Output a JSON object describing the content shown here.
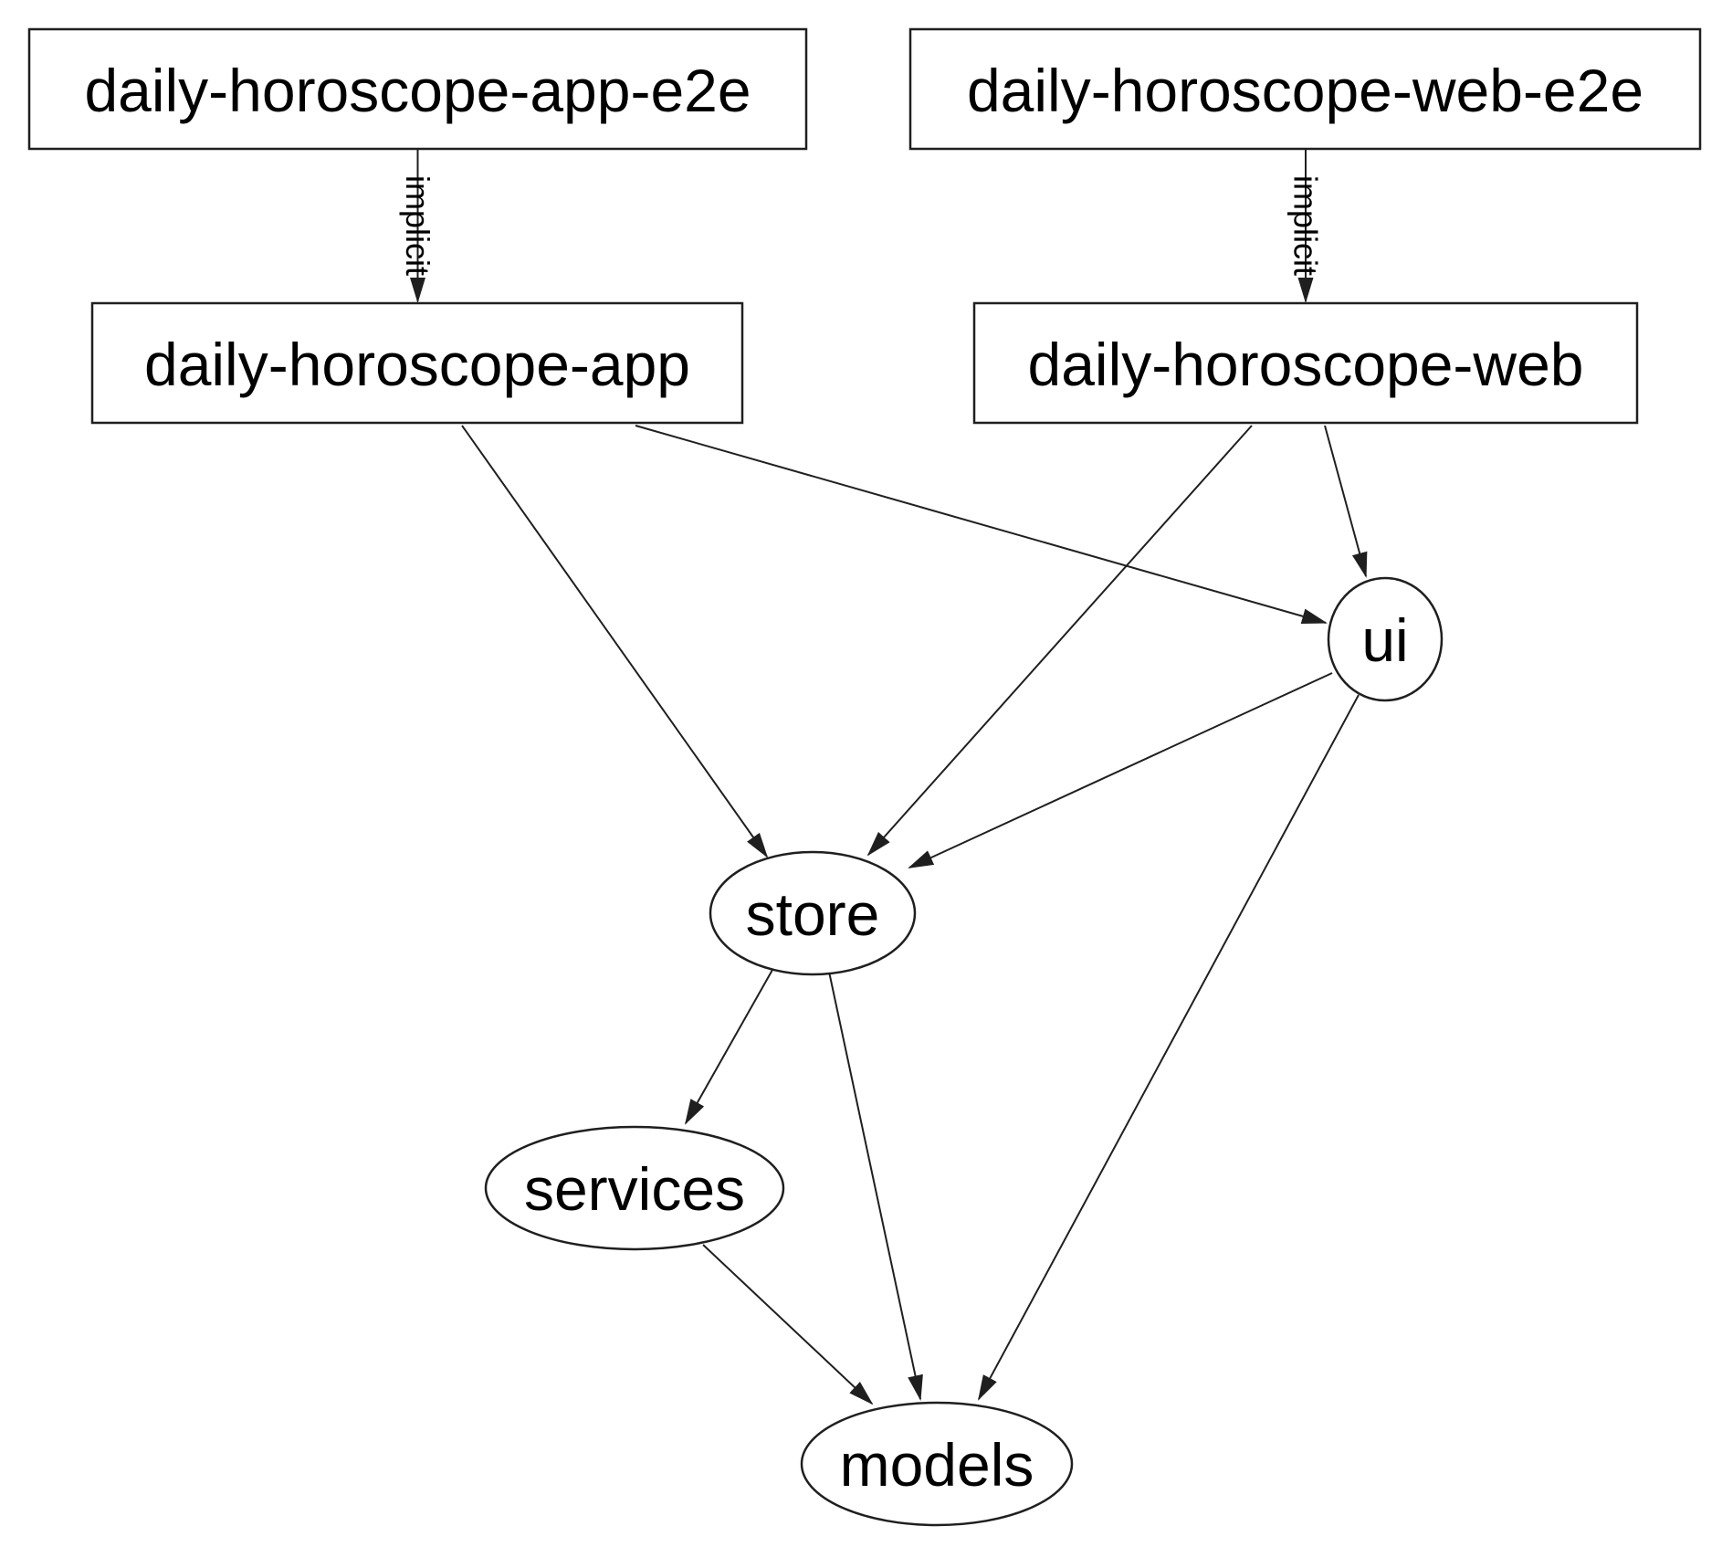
{
  "diagram": {
    "kind": "dependency-graph",
    "colors": {
      "background": "#ffffff",
      "stroke": "#1f1f1f",
      "text": "#000000"
    },
    "nodes": {
      "app_e2e": {
        "label": "daily-horoscope-app-e2e",
        "shape": "box"
      },
      "web_e2e": {
        "label": "daily-horoscope-web-e2e",
        "shape": "box"
      },
      "app": {
        "label": "daily-horoscope-app",
        "shape": "box"
      },
      "web": {
        "label": "daily-horoscope-web",
        "shape": "box"
      },
      "ui": {
        "label": "ui",
        "shape": "ellipse"
      },
      "store": {
        "label": "store",
        "shape": "ellipse"
      },
      "services": {
        "label": "services",
        "shape": "ellipse"
      },
      "models": {
        "label": "models",
        "shape": "ellipse"
      }
    },
    "edges": [
      {
        "from": "daily-horoscope-app-e2e",
        "to": "daily-horoscope-app",
        "label": "implicit"
      },
      {
        "from": "daily-horoscope-web-e2e",
        "to": "daily-horoscope-web",
        "label": "implicit"
      },
      {
        "from": "daily-horoscope-app",
        "to": "store",
        "label": ""
      },
      {
        "from": "daily-horoscope-app",
        "to": "ui",
        "label": ""
      },
      {
        "from": "daily-horoscope-web",
        "to": "store",
        "label": ""
      },
      {
        "from": "daily-horoscope-web",
        "to": "ui",
        "label": ""
      },
      {
        "from": "ui",
        "to": "store",
        "label": ""
      },
      {
        "from": "ui",
        "to": "models",
        "label": ""
      },
      {
        "from": "store",
        "to": "services",
        "label": ""
      },
      {
        "from": "store",
        "to": "models",
        "label": ""
      },
      {
        "from": "services",
        "to": "models",
        "label": ""
      }
    ]
  }
}
